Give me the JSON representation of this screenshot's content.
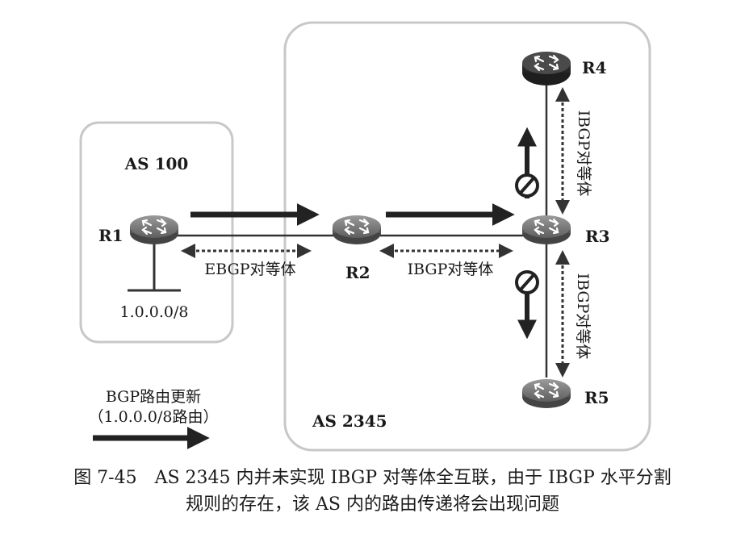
{
  "as_labels": {
    "as100": "AS 100",
    "as2345": "AS 2345"
  },
  "routers": {
    "r1": "R1",
    "r2": "R2",
    "r3": "R3",
    "r4": "R4",
    "r5": "R5"
  },
  "prefix": "1.0.0.0/8",
  "peers": {
    "ebgp": "EBGP对等体",
    "ibgp_r2_r3": "IBGP对等体",
    "ibgp_r3_r4": "IBGP对等体",
    "ibgp_r3_r5": "IBGP对等体"
  },
  "legend": {
    "line1": "BGP路由更新",
    "line2": "（1.0.0.0/8路由）"
  },
  "caption": {
    "line1": "图 7-45　AS 2345 内并未实现 IBGP 对等体全互联，由于 IBGP 水平分割",
    "line2": "规则的存在，该 AS 内的路由传递将会出现问题"
  },
  "colors": {
    "box_border": "#c8c8c8",
    "router_top": "#7a7a7a",
    "router_dark": "#2e2e2e",
    "line": "#222222"
  }
}
